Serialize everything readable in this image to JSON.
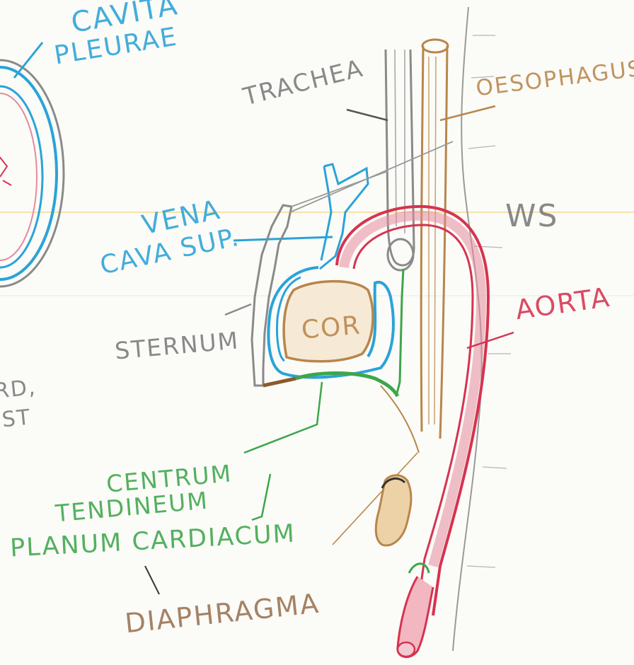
{
  "colors": {
    "paper": "#fbfbf8",
    "pencil": "#8a8a8a",
    "blue": "#2aa3d8",
    "tan": "#b8864a",
    "red": "#d6334f",
    "pink": "#e58a9c",
    "green": "#3da64a",
    "brown": "#8b5a2b",
    "rule": "#f2d27a"
  },
  "labels": {
    "cavitas": "CAVITA",
    "pleurae": "PLEURAE",
    "trachea": "TRACHEA",
    "oesophagus": "OESOPHAGUS",
    "ws": "WS",
    "vena": "VENA",
    "cava_sup": "CAVA SUP.",
    "aorta": "AORTA",
    "cor": "COR",
    "sternum": "STERNUM",
    "centrum": "CENTRUM",
    "tendineum": "TENDINEUM",
    "planum": "PLANUM CARDIACUM",
    "diaphragma": "DIAPHRAGMA",
    "edge_1": "RD,",
    "edge_2": "IST"
  }
}
